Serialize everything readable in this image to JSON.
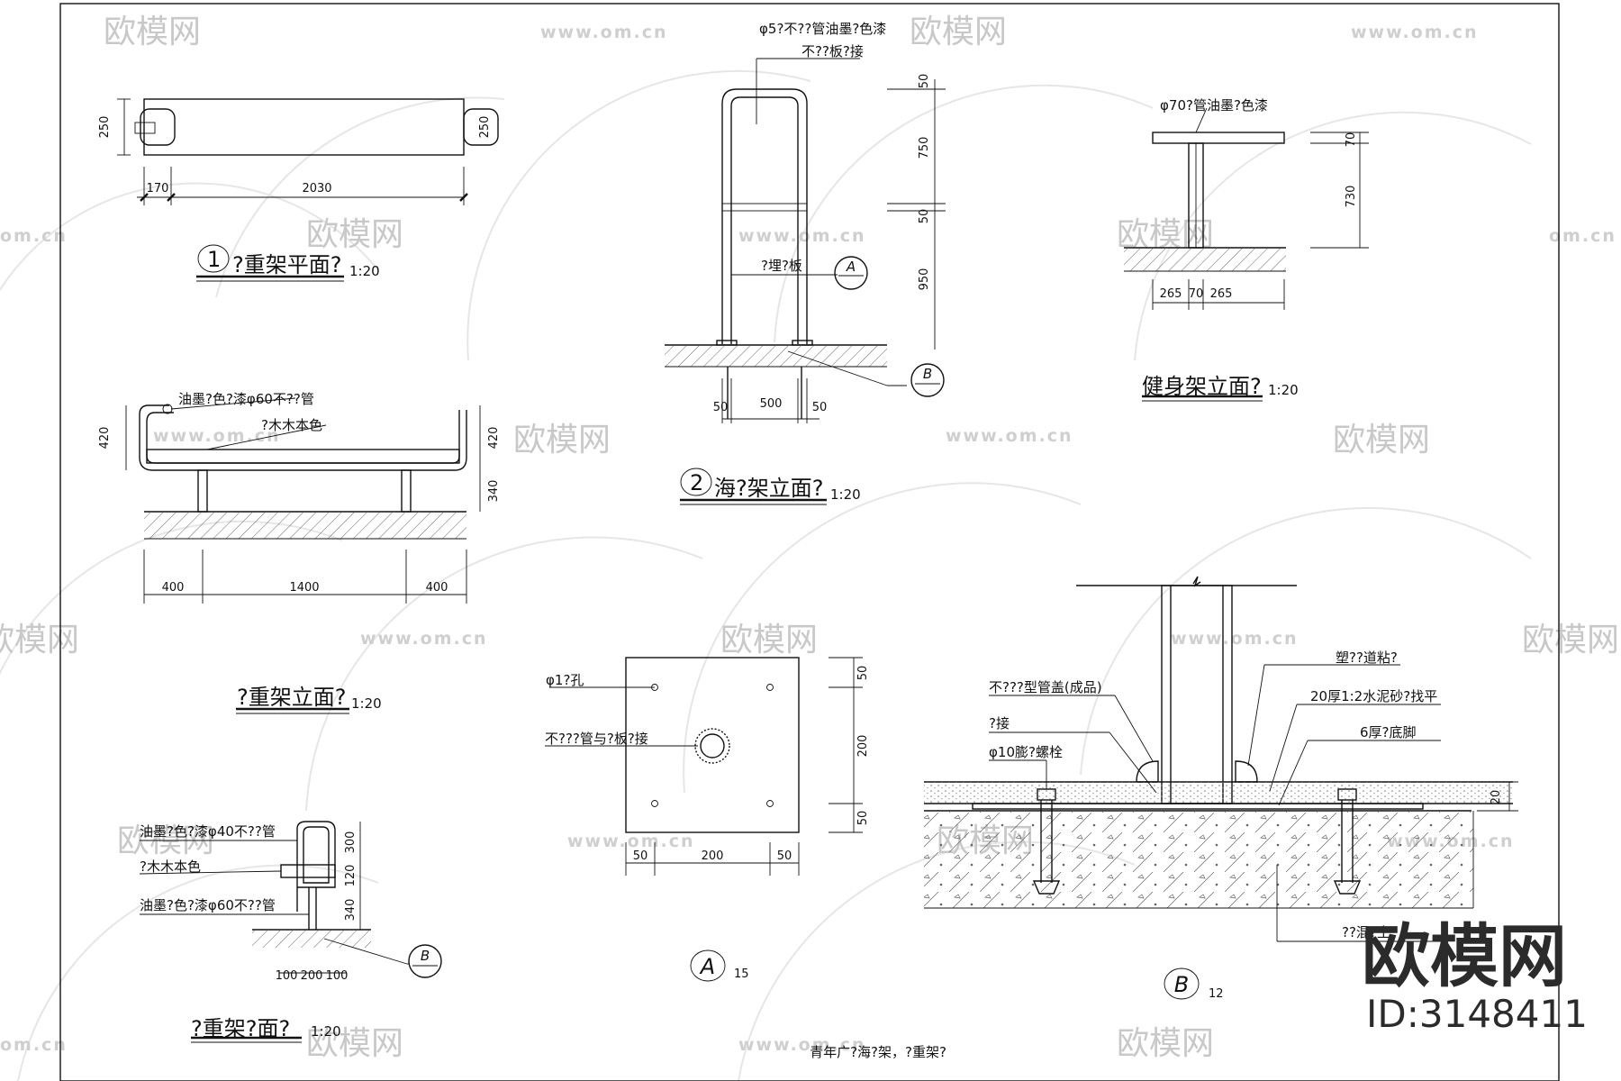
{
  "watermark": {
    "brand": "欧模网",
    "url": "www.om.cn",
    "edge_url": "om.cn",
    "id": "ID:3148411"
  },
  "sheet_title": "青年广?海?架，?重架?",
  "view1": {
    "title": "?重架平面?",
    "num": "1",
    "scale": "1:20",
    "dims": {
      "left_h": "250",
      "right_h": "250",
      "d170": "170",
      "d2030": "2030"
    }
  },
  "view_elev": {
    "title": "?重架立面?",
    "scale": "1:20",
    "notes": {
      "pipe": "油墨?色?漆φ60不??管",
      "wood": "?木木本色"
    },
    "dims": {
      "h420l": "420",
      "h420r": "420",
      "h340": "340",
      "w400l": "400",
      "w1400": "1400",
      "w400r": "400"
    }
  },
  "view_side": {
    "title": "?重架?面?",
    "scale": "1:20",
    "notes": {
      "top_pipe": "油墨?色?漆φ40不??管",
      "wood": "?木木本色",
      "low_pipe": "油墨?色?漆φ60不??管"
    },
    "dims": {
      "h300": "300",
      "h120": "120",
      "h340": "340",
      "w100a": "100",
      "w200": "200",
      "w100b": "100"
    },
    "callout": "B"
  },
  "view2": {
    "title": "海?架立面?",
    "num": "2",
    "scale": "1:20",
    "notes": {
      "pipe": "φ5?不??管油墨?色漆",
      "weld": "不??板?接",
      "embed": "?埋?板"
    },
    "dims": {
      "h50a": "50",
      "h750": "750",
      "h50b": "50",
      "h950": "950",
      "w50a": "50",
      "w500": "500",
      "w50b": "50"
    },
    "callout_a": "A",
    "callout_b": "B"
  },
  "view_fit": {
    "title": "健身架立面?",
    "scale": "1:20",
    "notes": {
      "pipe": "φ70?管油墨?色漆"
    },
    "dims": {
      "h70": "70",
      "h730": "730",
      "w265a": "265",
      "w70": "70",
      "w265b": "265"
    }
  },
  "detail_a": {
    "label": "A",
    "scale": "15",
    "notes": {
      "hole": "φ1?孔",
      "weld": "不???管与?板?接"
    },
    "dims": {
      "v50a": "50",
      "v200": "200",
      "v50b": "50",
      "h50a": "50",
      "h200": "200",
      "h50b": "50"
    }
  },
  "detail_b": {
    "label": "B",
    "scale": "12",
    "notes": {
      "cap": "不???型管盖(成品)",
      "weld": "?接",
      "bolt": "φ10膨?螺栓",
      "plastic": "塑??道粘?",
      "mortar": "20厚1:2水泥砂?找平",
      "base": "6厚?底脚",
      "concrete": "??混?土"
    },
    "dims": {
      "h20": "20"
    }
  }
}
